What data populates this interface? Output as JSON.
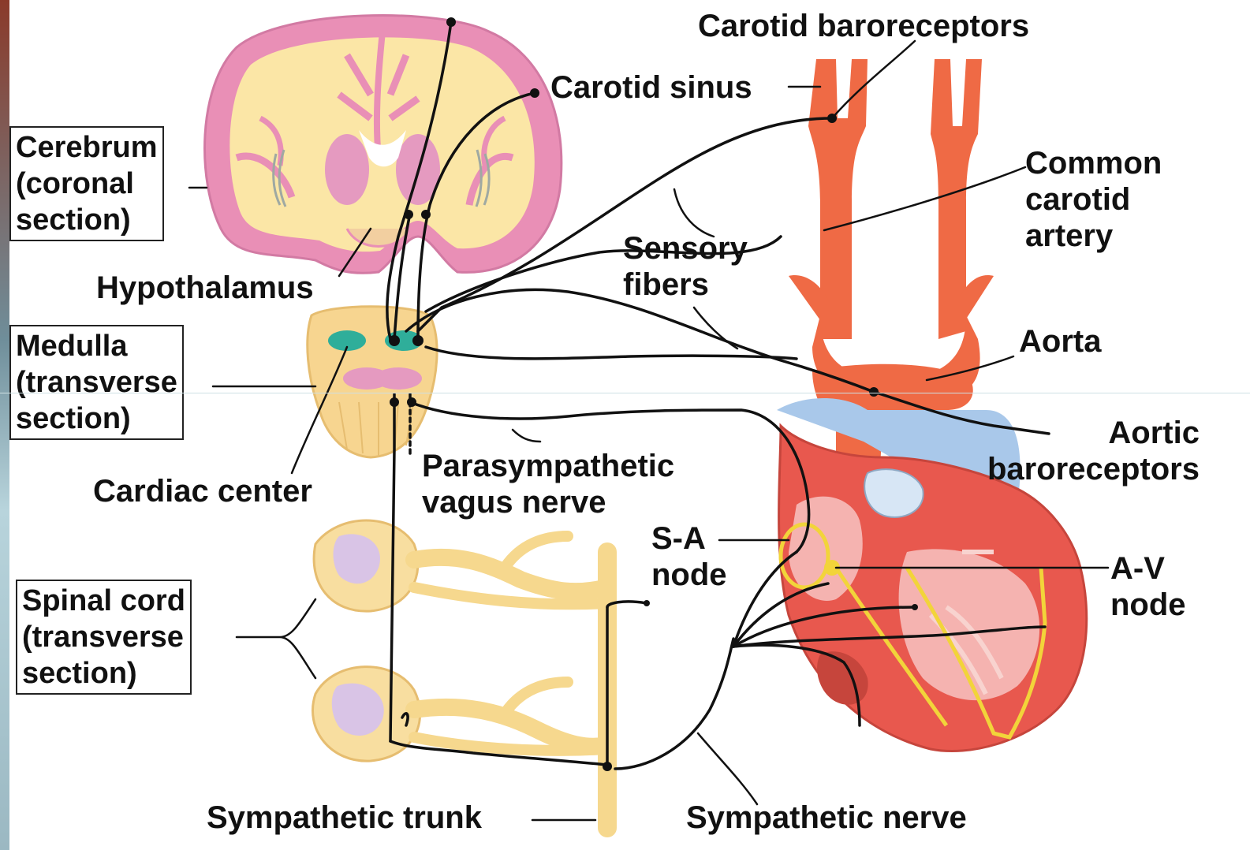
{
  "labels": {
    "cerebrum": [
      "Cerebrum",
      "(coronal",
      "section)"
    ],
    "hypothalamus": "Hypothalamus",
    "medulla": [
      "Medulla",
      "(transverse",
      "section)"
    ],
    "cardiac_center": "Cardiac center",
    "spinal_cord": [
      "Spinal cord",
      "(transverse",
      "section)"
    ],
    "sympathetic_trunk": "Sympathetic trunk",
    "sympathetic_nerve": "Sympathetic nerve",
    "parasympathetic": [
      "Parasympathetic",
      "vagus nerve"
    ],
    "sensory_fibers": [
      "Sensory",
      "fibers"
    ],
    "carotid_baroreceptors": "Carotid baroreceptors",
    "carotid_sinus": "Carotid sinus",
    "common_carotid": [
      "Common",
      "carotid",
      "artery"
    ],
    "aorta": "Aorta",
    "aortic_baroreceptors": [
      "Aortic",
      "baroreceptors"
    ],
    "sa_node": [
      "S-A",
      "node"
    ],
    "av_node": [
      "A-V",
      "node"
    ]
  },
  "colors": {
    "brain_outer": "#e98fb6",
    "brain_inner": "#fbe6a6",
    "medulla": "#f7d590",
    "medulla_nuclei": "#2fae9a",
    "spinal_grey": "#d9c4e6",
    "nerve_tan": "#f6d88e",
    "artery": "#ef6a45",
    "heart_red": "#e8584e",
    "heart_pink": "#f5b3b0",
    "vein_blue": "#a9c8ea",
    "conduction_yellow": "#f2d43a",
    "fiber_black": "#111111"
  }
}
